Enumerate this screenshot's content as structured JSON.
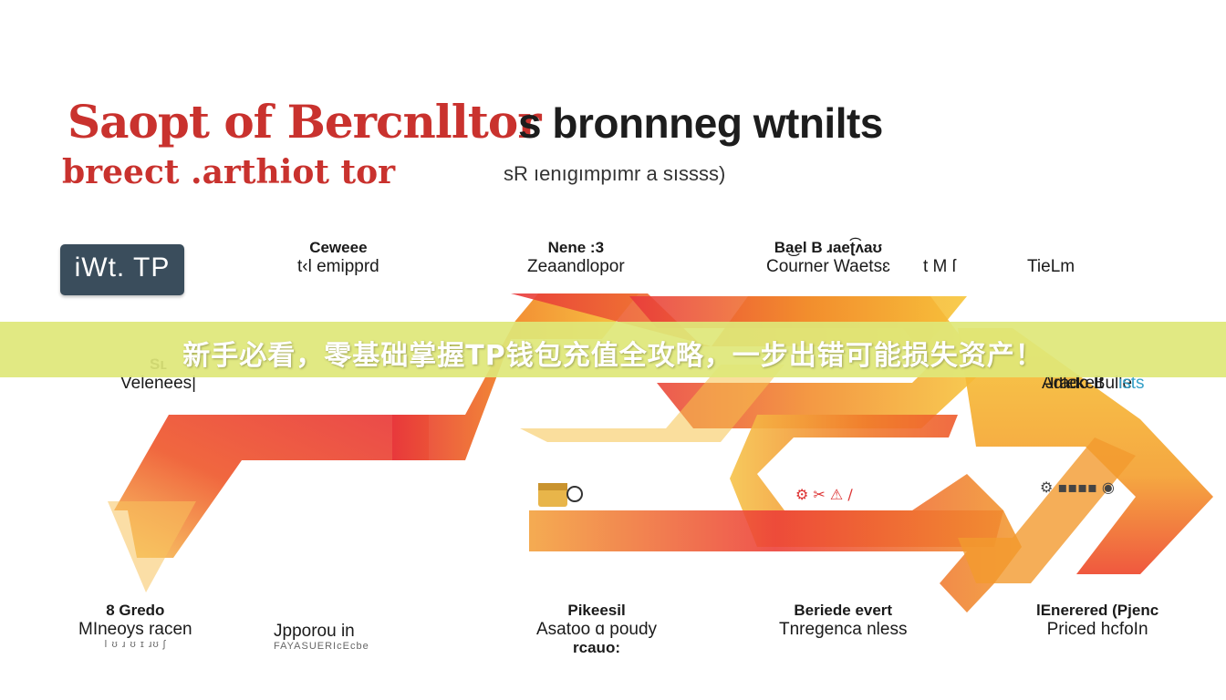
{
  "headline": {
    "title_red": "Saopt of Bercnlltor",
    "title_dark": "s bronnneg wtnilts",
    "subtitle_red": "breect .arthiot tor",
    "subtitle_dark": "sR ıenıgımpımr a sıssss)"
  },
  "badge": "iWt. TP",
  "top_steps": [
    {
      "line1": "Ceweee",
      "line2": "t‹l emipprd"
    },
    {
      "line1": "Nene :3",
      "line2": "Zeaandlopor"
    },
    {
      "line1": "Ba͜el B ɹaeʈ͡ʌaʊ",
      "line2": "Courner Waetsɛ"
    },
    {
      "line1": "",
      "line2": "t M ſ"
    },
    {
      "line1": "",
      "line2": "TieLm"
    }
  ],
  "mid_steps": [
    {
      "line1": "Sʟ",
      "line2": "Velenees|"
    },
    {
      "line1": "",
      "line2": "Jrado Bulle"
    },
    {
      "line1": "",
      "line2": "Adlekelt"
    },
    {
      "line1": "",
      "line2": "ists"
    }
  ],
  "bottom_steps": [
    {
      "line1": "8 Gredo",
      "line2": "MIneoys racen",
      "small": "ⅼ ʊ ɹ ʊ ɪ ɹʊ ʃ"
    },
    {
      "line1": "",
      "line2": "Jpporou in",
      "small": "FAYASUERIcEcbe"
    },
    {
      "line1": "Pikeesil",
      "line2": "Asatoo ɑ poudy",
      "line3": "rcauo:"
    },
    {
      "line1": "Beriede evert",
      "line2": "Tnregenca nless"
    },
    {
      "line1": "lEnerered (Pjenc",
      "line2": "Priced hcfoIn"
    }
  ],
  "banner": {
    "text": "新手必看，零基础掌握TP钱包充值全攻略，一步出错可能损失资产！"
  },
  "colors": {
    "red": "#c9322e",
    "orange": "#f07a2a",
    "yellow": "#f6c437",
    "banner": "#dee778",
    "badge": "#3a4d5c"
  }
}
